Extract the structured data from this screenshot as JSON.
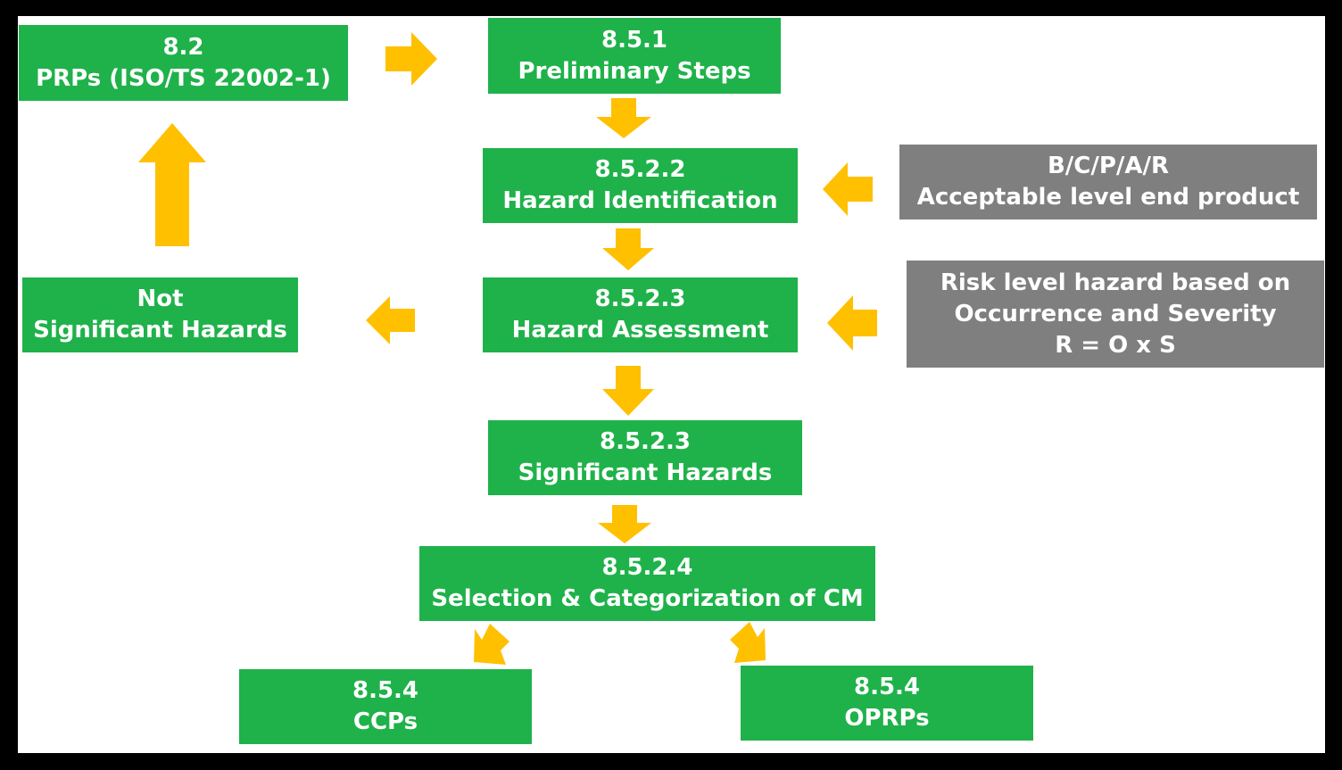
{
  "colors": {
    "green": "#1fb24a",
    "grey": "#7f7f7f",
    "arrow": "#ffc000",
    "frame": "#000000"
  },
  "boxes": {
    "prps": {
      "line1": "8.2",
      "line2": "PRPs (ISO/TS 22002-1)"
    },
    "preliminary": {
      "line1": "8.5.1",
      "line2": "Preliminary Steps"
    },
    "hazard_identification": {
      "line1": "8.5.2.2",
      "line2": "Hazard Identification"
    },
    "hazard_assessment": {
      "line1": "8.5.2.3",
      "line2": "Hazard Assessment"
    },
    "not_significant": {
      "line1": "Not",
      "line2": "Significant Hazards"
    },
    "significant": {
      "line1": "8.5.2.3",
      "line2": "Significant Hazards"
    },
    "selection": {
      "line1": "8.5.2.4",
      "line2": "Selection & Categorization of CM"
    },
    "ccps": {
      "line1": "8.5.4",
      "line2": "CCPs"
    },
    "oprps": {
      "line1": "8.5.4",
      "line2": "OPRPs"
    },
    "bcpar": {
      "line1": "B/C/P/A/R",
      "line2": "Acceptable level end product"
    },
    "risk": {
      "line1": "Risk level hazard based on",
      "line2": "Occurrence and Severity",
      "line3": "R = O x S"
    }
  },
  "arrows": [
    {
      "name": "arrow-prps-to-preliminary",
      "direction": "right"
    },
    {
      "name": "arrow-preliminary-to-identification",
      "direction": "down"
    },
    {
      "name": "arrow-bcpar-to-identification",
      "direction": "left"
    },
    {
      "name": "arrow-identification-to-assessment",
      "direction": "down"
    },
    {
      "name": "arrow-risk-to-assessment",
      "direction": "left"
    },
    {
      "name": "arrow-assessment-to-not-significant",
      "direction": "left"
    },
    {
      "name": "arrow-not-significant-to-prps",
      "direction": "up"
    },
    {
      "name": "arrow-assessment-to-significant",
      "direction": "down"
    },
    {
      "name": "arrow-significant-to-selection",
      "direction": "down"
    },
    {
      "name": "arrow-selection-to-ccps",
      "direction": "down-left"
    },
    {
      "name": "arrow-selection-to-oprps",
      "direction": "down-right"
    }
  ]
}
